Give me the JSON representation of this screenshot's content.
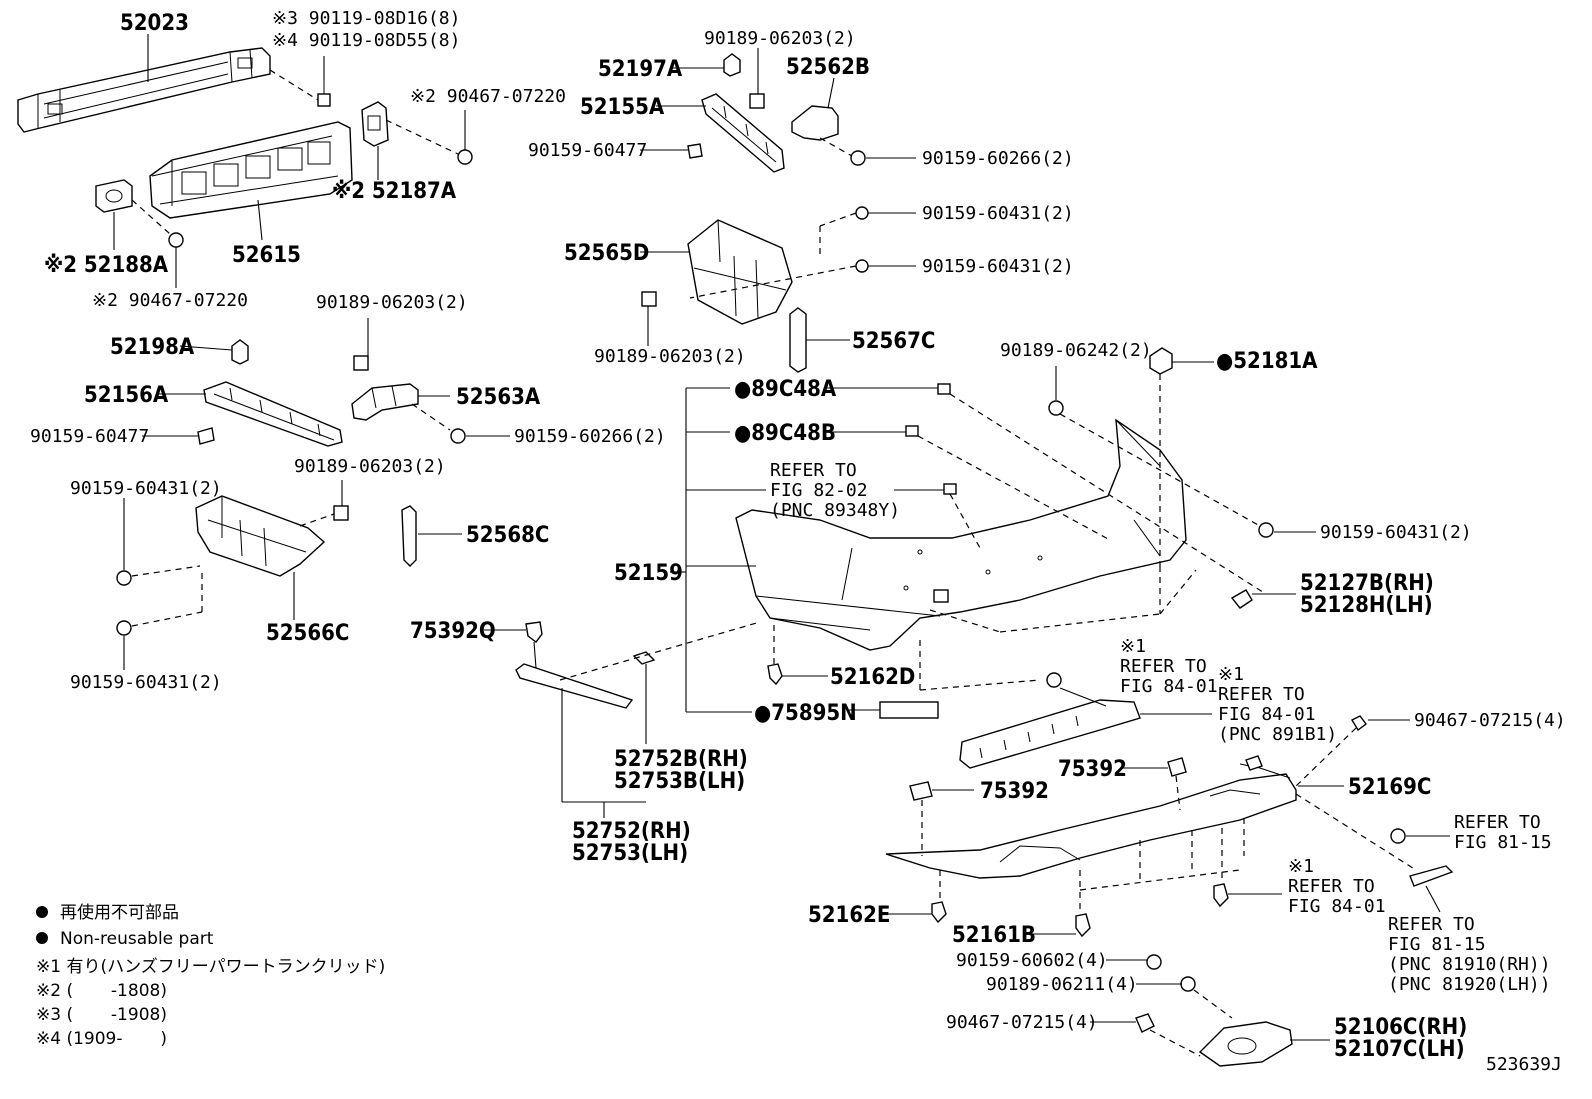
{
  "labels": {
    "p52023": "52023",
    "h3": "※3 90119-08D16(8)",
    "h4": "※4 90119-08D55(8)",
    "p90467a": "※2 90467-07220",
    "p52187A": "※2 52187A",
    "p52188A": "※2 52188A",
    "p90467b": "※2 90467-07220",
    "p52615": "52615",
    "p90189a": "90189-06203(2)",
    "p52198A": "52198A",
    "p52156A": "52156A",
    "p52563A": "52563A",
    "p90159a": "90159-60477",
    "p90159b": "90159-60266(2)",
    "p90189b": "90189-06203(2)",
    "p90159c": "90159-60431(2)",
    "p52568C": "52568C",
    "p52566C": "52566C",
    "p90159d": "90159-60431(2)",
    "p90189c": "90189-06203(2)",
    "p52197A": "52197A",
    "p52562B": "52562B",
    "p52155A": "52155A",
    "p90159e": "90159-60477",
    "p90159f": "90159-60266(2)",
    "p90159g": "90159-60431(2)",
    "p52565D": "52565D",
    "p90159h": "90159-60431(2)",
    "p90189d": "90189-06203(2)",
    "p52567C": "52567C",
    "p90189e": "90189-06242(2)",
    "p52181A": "●52181A",
    "p89C48A": "●89C48A",
    "p89C48B": "●89C48B",
    "refer1a": "REFER TO",
    "refer1b": "FIG 82-02",
    "refer1c": "(PNC 89348Y)",
    "p90159i": "90159-60431(2)",
    "p52159": "52159",
    "p52127B": "52127B(RH)",
    "p52128H": "52128H(LH)",
    "p75392Q": "75392Q",
    "p52162D": "52162D",
    "ref2a": "※1",
    "ref2b": "REFER TO",
    "ref2c": "FIG 84-01",
    "ref3a": "※1",
    "ref3b": "REFER TO",
    "ref3c": "FIG 84-01",
    "ref3d": "(PNC 891B1)",
    "p75895N": "●75895N",
    "p90467c": "90467-07215(4)",
    "p52752B": "52752B(RH)",
    "p52753B": "52753B(LH)",
    "p75392a": "75392",
    "p75392b": "75392",
    "p52169C": "52169C",
    "p52752": "52752(RH)",
    "p52753": "52753(LH)",
    "ref4a": "REFER TO",
    "ref4b": "FIG 81-15",
    "ref5a": "※1",
    "ref5b": "REFER TO",
    "ref5c": "FIG 84-01",
    "p52162E": "52162E",
    "p52161B": "52161B",
    "ref6a": "REFER TO",
    "ref6b": "FIG 81-15",
    "ref6c": "(PNC 81910(RH))",
    "ref6d": "(PNC 81920(LH))",
    "p90159j": "90159-60602(4)",
    "p90189f": "90189-06211(4)",
    "p90467d": "90467-07215(4)",
    "p52106C": "52106C(RH)",
    "p52107C": "52107C(LH)",
    "figno": "523639J"
  },
  "legend": {
    "l1": "再使用不可部品",
    "l2": "Non-reusable part",
    "l3": "※1 有り(ハンズフリーパワートランクリッド)",
    "l4": "※2 (       -1808)",
    "l5": "※3 (       -1908)",
    "l6": "※4 (1909-       )"
  }
}
